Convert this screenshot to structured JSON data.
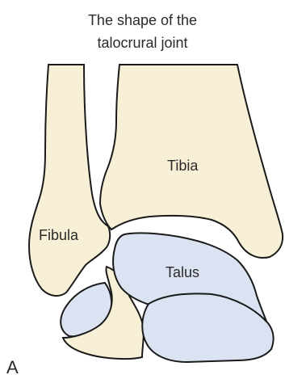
{
  "figure": {
    "title_line1": "The shape of the",
    "title_line2": "talocrural joint",
    "panel_label": "A"
  },
  "labels": {
    "tibia": "Tibia",
    "fibula": "Fibula",
    "talus": "Talus"
  },
  "colors": {
    "bone_fill": "#f8f0d6",
    "talus_fill": "#dbe3f3",
    "outline": "#1a1a1a"
  }
}
